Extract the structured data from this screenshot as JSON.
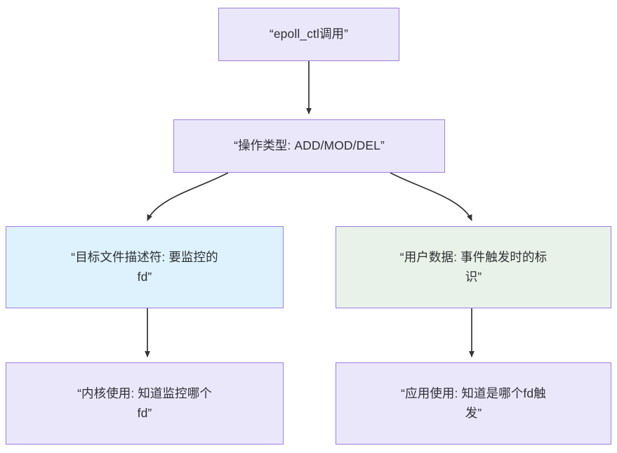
{
  "diagram": {
    "type": "flowchart",
    "direction": "top-down",
    "background": "#ffffff",
    "border_color": "#9f7fe0",
    "text_color": "#2f3034",
    "edge_color": "#333333",
    "palette": {
      "lavender": "#eae7fb",
      "cyan": "#ddf2fc",
      "green": "#e8f2e8"
    },
    "nodes": [
      {
        "id": "root",
        "label": "“epoll_ctl调用”",
        "fill": "#eae7fb"
      },
      {
        "id": "op",
        "label": "“操作类型: ADD/MOD/DEL”",
        "fill": "#eae7fb"
      },
      {
        "id": "fd",
        "label": "“目标文件描述符: 要监控的\nfd”",
        "fill": "#ddf2fc"
      },
      {
        "id": "udata",
        "label": "“用户数据: 事件触发时的标\n识”",
        "fill": "#e8f2e8"
      },
      {
        "id": "kernel",
        "label": "“内核使用: 知道监控哪个\nfd”",
        "fill": "#eae7fb"
      },
      {
        "id": "app",
        "label": "“应用使用: 知道是哪个fd触\n发”",
        "fill": "#eae7fb"
      }
    ],
    "edges": [
      {
        "from": "root",
        "to": "op",
        "style": "straight",
        "arrow": "triangle",
        "label": ""
      },
      {
        "from": "op",
        "to": "fd",
        "style": "curved",
        "arrow": "triangle",
        "label": ""
      },
      {
        "from": "op",
        "to": "udata",
        "style": "curved",
        "arrow": "triangle",
        "label": ""
      },
      {
        "from": "fd",
        "to": "kernel",
        "style": "straight",
        "arrow": "triangle",
        "label": ""
      },
      {
        "from": "udata",
        "to": "app",
        "style": "straight",
        "arrow": "triangle",
        "label": ""
      }
    ]
  }
}
